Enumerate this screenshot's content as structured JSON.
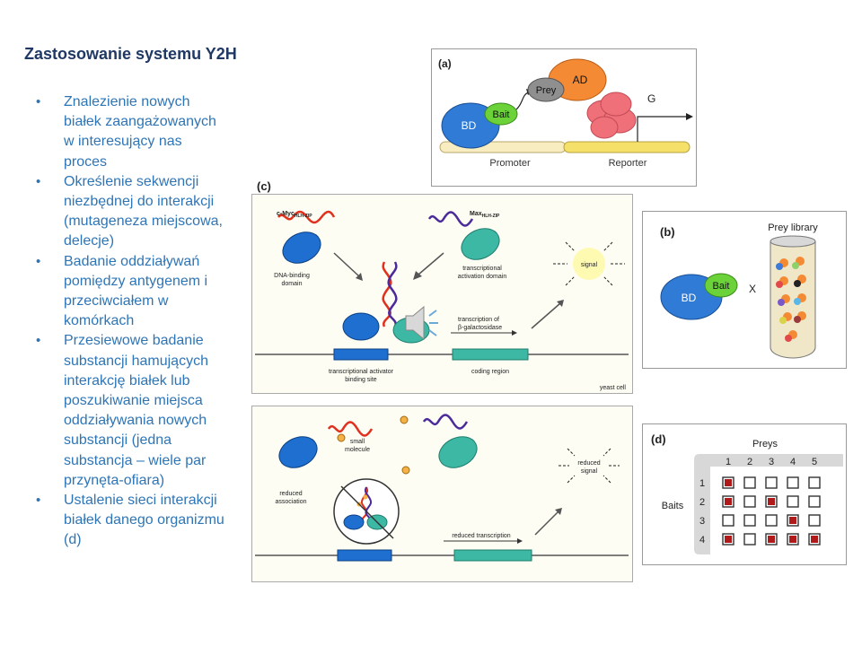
{
  "slide": {
    "title": "Zastosowanie systemu Y2H",
    "bullets": [
      {
        "lines": [
          "Znalezienie nowych",
          "białek zaangażowanych",
          "w interesujący nas",
          "proces"
        ]
      },
      {
        "lines": [
          "Określenie sekwencji",
          "niezbędnej do interakcji",
          "(mutageneza miejscowa,",
          "delecje)"
        ]
      },
      {
        "lines": [
          "Badanie oddziaływań",
          "pomiędzy antygenem i",
          "przeciwciałem w",
          "komórkach"
        ]
      },
      {
        "lines": [
          "Przesiewowe badanie",
          "substancji hamujących",
          "interakcję białek lub",
          "poszukiwanie miejsca",
          "oddziaływania nowych",
          "substancji (jedna",
          "substancja – wiele par",
          "przynęta-ofiara)"
        ]
      },
      {
        "lines": [
          "Ustalenie sieci interakcji",
          "białek danego organizmu",
          "(d)"
        ]
      }
    ]
  },
  "panel_a": {
    "label": "(a)",
    "bd": "BD",
    "bait": "Bait",
    "prey": "Prey",
    "ad": "AD",
    "gene": "G",
    "promoter": "Promoter",
    "reporter": "Reporter"
  },
  "panel_b": {
    "label": "(b)",
    "bd": "BD",
    "bait": "Bait",
    "x": "X",
    "library": "Prey library"
  },
  "panel_c": {
    "label": "(c)",
    "cmyc": "c-Myc",
    "cmyc_sub": "HLH-ZIP",
    "max": "Max",
    "max_sub": "HLH-ZIP",
    "dna_binding": [
      "DNA-binding",
      "domain"
    ],
    "activation": [
      "transcriptional",
      "activation domain"
    ],
    "signal": "signal",
    "transcription": [
      "transcription of",
      "β-galactosidase"
    ],
    "binding_site": [
      "transcriptional activator",
      "binding site"
    ],
    "coding": "coding region",
    "yeast": "yeast cell",
    "small_molecule": [
      "small",
      "molecule"
    ],
    "reduced_signal": [
      "reduced",
      "signal"
    ],
    "reduced_association": [
      "reduced",
      "association"
    ],
    "reduced_transcription": "reduced transcription"
  },
  "panel_d": {
    "label": "(d)",
    "preys_title": "Preys",
    "baits_title": "Baits",
    "preys": [
      "1",
      "2",
      "3",
      "4",
      "5"
    ],
    "baits": [
      "1",
      "2",
      "3",
      "4"
    ],
    "matrix": [
      [
        1,
        0,
        0,
        0,
        0
      ],
      [
        1,
        0,
        1,
        0,
        0
      ],
      [
        0,
        0,
        0,
        1,
        0
      ],
      [
        1,
        0,
        1,
        1,
        1
      ]
    ]
  },
  "colors": {
    "title": "#1f3864",
    "bullet_text": "#2e75b6",
    "bd_blue": "#2f7bd6",
    "bait_green": "#6bd23a",
    "prey_grey": "#8f8f8f",
    "ad_orange": "#f58a35",
    "reporter_red": "#f0707a",
    "dna_blue": "#1e6fd0",
    "teal": "#3cb8a4",
    "hit_red": "#b01a1a"
  }
}
